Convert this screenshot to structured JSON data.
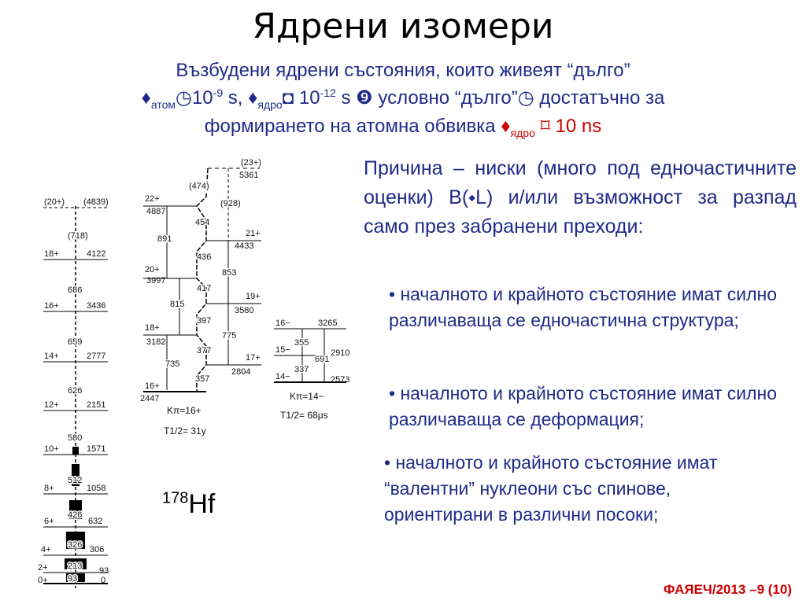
{
  "title": "Ядрени изомери",
  "subtitle": {
    "line1": "Възбудени ядрени състояния, които живеят “дълго”",
    "line2": {
      "sym1": "♦",
      "sub1": "атом",
      "sym2": "◷",
      "val1": "10",
      "exp1": "-9",
      "unit1": " s,",
      "sym3": " ♦",
      "sub2": "ядро",
      "sym4": "◘",
      "val2": " 10",
      "exp2": "-12",
      "unit2": " s ",
      "sym5": "❾",
      "text1": " условно “дълго”",
      "sym6": "◷",
      "text2": " достатъчно за"
    },
    "line3": {
      "text": "формирането на атомна обвивка ",
      "sym": "♦",
      "sub": "ядро",
      "sym2": " ⌑ ",
      "val": " 10 ns"
    }
  },
  "cause_text": "Причина – ниски (много под едночастичните оценки) B(⬩L) и/или възможност за разпад само през забранени преходи:",
  "bullets": [
    "• началното и крайното състояние имат силно различаваща се едночастична структура;",
    "• началното и крайното състояние имат силно различаваща се деформация;",
    "• началното и крайното състояние имат “валентни” нуклеони със спинове, ориентирани в различни посоки;"
  ],
  "isotope": {
    "mass": "178",
    "symbol": "Hf"
  },
  "footer": "ФАЯЕЧ/2013 –9 (10)",
  "level_scheme": {
    "band1": {
      "levels": [
        {
          "spin": "0+",
          "energy": "0"
        },
        {
          "spin": "2+",
          "energy": "93"
        },
        {
          "spin": "4+",
          "energy": "306"
        },
        {
          "spin": "6+",
          "energy": "632"
        },
        {
          "spin": "8+",
          "energy": "1058"
        },
        {
          "spin": "10+",
          "energy": "1571"
        },
        {
          "spin": "12+",
          "energy": "2151"
        },
        {
          "spin": "14+",
          "energy": "2777"
        },
        {
          "spin": "16+",
          "energy": "3436"
        },
        {
          "spin": "18+",
          "energy": "4122"
        },
        {
          "spin": "(20+)",
          "energy": "(4839)"
        }
      ],
      "transitions": [
        "93",
        "213",
        "326",
        "426",
        "512",
        "580",
        "626",
        "659",
        "686",
        "(718)"
      ]
    },
    "band2": {
      "levels": [
        {
          "spin": "16+",
          "energy": "2447"
        },
        {
          "spin": "17+",
          "energy": "2804"
        },
        {
          "spin": "18+",
          "energy": "3182"
        },
        {
          "spin": "19+",
          "energy": "3580"
        },
        {
          "spin": "20+",
          "energy": "3997"
        },
        {
          "spin": "21+",
          "energy": "4433"
        },
        {
          "spin": "22+",
          "energy": "4887"
        },
        {
          "spin": "(23+)",
          "energy": "5361"
        }
      ],
      "transitions_inband": [
        "357",
        "377",
        "397",
        "417",
        "436",
        "454",
        "(474)"
      ],
      "transitions_crossover": [
        "735",
        "815",
        "891",
        "775",
        "853",
        "(928)"
      ],
      "k_label": "Kπ=16+",
      "halflife": "T1/2= 31y"
    },
    "band3": {
      "levels": [
        {
          "spin": "14−",
          "energy": "2573"
        },
        {
          "spin": "15−",
          "energy": "2910"
        },
        {
          "spin": "16−",
          "energy": "3265"
        }
      ],
      "transitions": [
        "337",
        "355",
        "691"
      ],
      "k_label": "Kπ=14−",
      "halflife": "T1/2= 68μs"
    }
  }
}
